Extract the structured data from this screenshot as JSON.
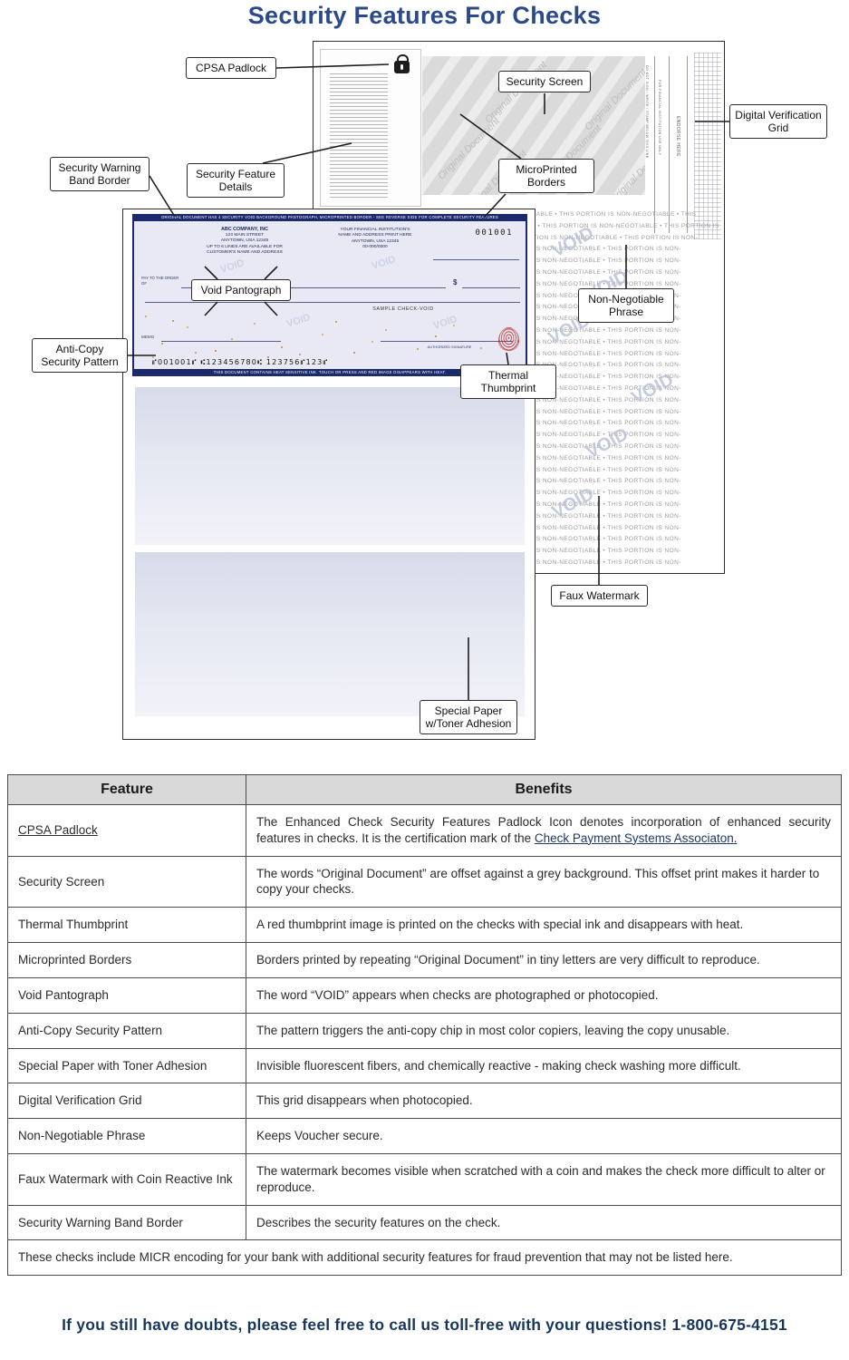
{
  "title": "Security Features For Checks",
  "colors": {
    "title_blue": "#2b4a8c",
    "band_navy": "#1b2a6b",
    "table_header_bg": "#d9d9d9",
    "cta_navy": "#17365d",
    "thumbprint_red": "#ba2c28"
  },
  "diagram": {
    "callouts": [
      {
        "label": "CPSA Padlock"
      },
      {
        "label": "Security Screen"
      },
      {
        "label": "Digital Verification Grid"
      },
      {
        "label": "Security Warning Band Border"
      },
      {
        "label": "Security Feature Details"
      },
      {
        "label": "MicroPrinted Borders"
      },
      {
        "label": "Void Pantograph"
      },
      {
        "label": "Non-Negotiable Phrase"
      },
      {
        "label": "Anti-Copy Security Pattern"
      },
      {
        "label": "Thermal Thumbprint"
      },
      {
        "label": "Faux Watermark"
      },
      {
        "label": "Special Paper w/Toner Adhesion"
      }
    ],
    "check_front": {
      "top_band": "ORIGINAL DOCUMENT HAS 4 SECURITY VOID BACKGROUND PANTOGRAPH, MICROPRINTED BORDER - SEE REVERSE SIDE FOR COMPLETE SECURITY FEATURES",
      "company_lines": [
        "ABC COMPANY, INC",
        "123 MAIN STREET",
        "ANYTOWN, USA 12345",
        "UP TO 6 LINES ARE AVAILABLE FOR",
        "CUSTOMER'S NAME AND ADDRESS"
      ],
      "bank_lines": [
        "YOUR FINANCIAL INSTITUTION'S",
        "NAME AND ADDRESS PRINT HERE",
        "ANYTOWN, USA 12345",
        "00-000/0000"
      ],
      "check_number": "001001",
      "pay_to_label": "PAY TO THE ORDER OF",
      "dollar_sign": "$",
      "sample_text": "SAMPLE CHECK-VOID",
      "memo_label": "MEMO",
      "signature_label": "AUTHORIZED SIGNATURE",
      "micr_line": "⑈001001⑈ ⑆123456780⑆ 123756⑈123⑈",
      "bottom_band": "THIS DOCUMENT CONTAINS HEAT SENSITIVE INK. TOUCH OR PRESS AND RED IMAGE DISAPPEARS WITH HEAT.",
      "void_watermark": "VOID"
    },
    "check_back": {
      "screen_text": "Original Document",
      "non_negotiable_repeat": "THIS PORTION IS NON-NEGOTIABLE  •  ",
      "endorse_label": "ENDORSE HERE",
      "instruction_line_1": "DO NOT SIGN / WRITE / STAMP BELOW THIS LINE",
      "instruction_line_2": "FOR FINANCIAL INSTITUTION USE ONLY",
      "void_watermark": "VOID"
    }
  },
  "table": {
    "headers": [
      "Feature",
      "Benefits"
    ],
    "rows": [
      {
        "feature": "CPSA Padlock",
        "benefit": "The Enhanced Check Security Features Padlock Icon denotes incorporation of enhanced security features in checks. It is the certification mark of the ",
        "benefit_link": "Check Payment Systems Associaton."
      },
      {
        "feature": "Security Screen",
        "benefit": "The words “Original Document” are offset against a grey background. This offset print makes it harder to copy your checks."
      },
      {
        "feature": "Thermal Thumbprint",
        "benefit": "A red thumbprint image is printed on the checks with special ink and disappears with heat."
      },
      {
        "feature": "Microprinted Borders",
        "benefit": "Borders printed by repeating “Original Document” in tiny letters are very difficult to reproduce."
      },
      {
        "feature": "Void Pantograph",
        "benefit": "The word “VOID” appears when checks are photographed or photocopied."
      },
      {
        "feature": "Anti-Copy Security Pattern",
        "benefit": "The pattern triggers the anti-copy chip in most color copiers, leaving the copy unusable."
      },
      {
        "feature": "Special Paper with Toner Adhesion",
        "benefit": "Invisible fluorescent fibers, and chemically reactive - making check washing more difficult."
      },
      {
        "feature": "Digital Verification Grid",
        "benefit": "This grid disappears when photocopied."
      },
      {
        "feature": "Non-Negotiable Phrase",
        "benefit": "Keeps Voucher secure."
      },
      {
        "feature": "Faux Watermark with Coin Reactive Ink",
        "benefit": "The watermark becomes visible when scratched with a coin and makes the check more difficult to alter or reproduce."
      },
      {
        "feature": "Security Warning Band Border",
        "benefit": "Describes the security features on the check."
      }
    ],
    "footer_note": "These checks include MICR encoding for your bank with additional security features for fraud prevention that may not be listed here."
  },
  "cta": "If you still have doubts, please feel free to call us toll-free with your questions! 1-800-675-4151"
}
